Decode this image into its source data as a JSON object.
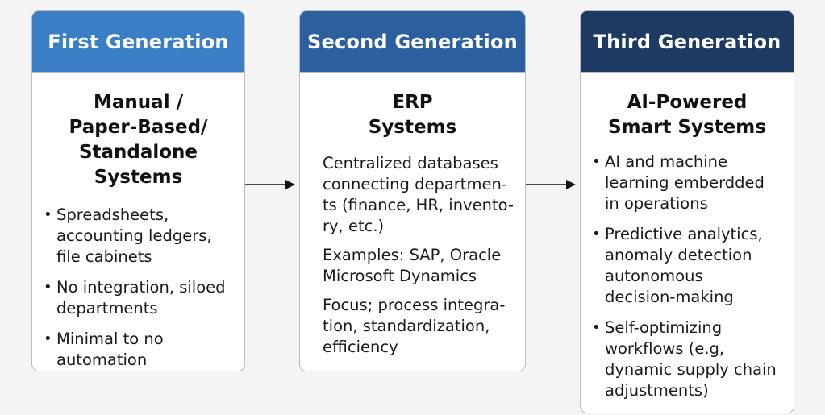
{
  "cards": [
    {
      "header": "First Generation",
      "title": "Manual /\nPaper-Based/\nStandalone Systems",
      "bullets": [
        "Spreadsheets,\naccounting ledgers,\nfile cabinets",
        "No integration, siloed\ndepartments",
        "Minimal to no\nautomation"
      ],
      "header_color": "#3a7ec6"
    },
    {
      "header": "Second Generation",
      "title": "ERP\nSystems",
      "paragraphs": [
        "Centralized databases\nconnecting departmen-\nts (finance, HR, invento-\nry, etc.)",
        "Examples: SAP, Oracle\nMicrosoft Dynamics",
        "Focus; process integra-\ntion, standardization,\nefficiency"
      ],
      "header_color": "#2c5f9e"
    },
    {
      "header": "Third Generation",
      "title": "AI-Powered\nSmart Systems",
      "bullets": [
        "AI and machine\nlearning emberdded\nin operations",
        "Predictive analytics,\nanomaly detection\nautonomous\ndecision-making",
        "Self-optimizing\nworkflows (e.g,\ndynamic supply chain\nadjustments)"
      ],
      "header_color": "#1c3a62"
    }
  ],
  "bullet_glyph": "•"
}
